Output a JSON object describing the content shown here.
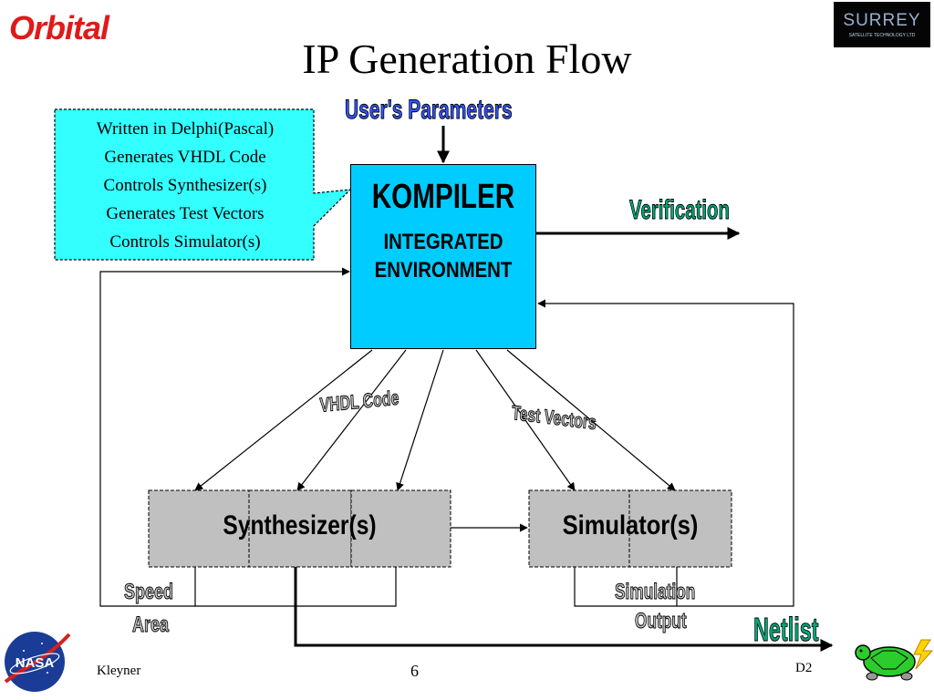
{
  "slide": {
    "title": "IP Generation Flow",
    "page_number": "6",
    "author": "Kleyner",
    "doc_code": "D2"
  },
  "logos": {
    "orbital": "Orbital",
    "surrey": "SURREY",
    "surrey_tagline": "SATELLITE TECHNOLOGY LTD",
    "nasa": "NASA"
  },
  "callout": {
    "lines": [
      "Written in Delphi(Pascal)",
      "Generates VHDL Code",
      "Controls Synthesizer(s)",
      "Generates Test Vectors",
      "Controls Simulator(s)"
    ]
  },
  "labels": {
    "users_parameters": "User's Parameters",
    "verification": "Verification",
    "vhdl_code": "VHDL Code",
    "test_vectors": "Test Vectors",
    "speed": "Speed",
    "area": "Area",
    "simulation": "Simulation",
    "output": "Output",
    "netlist": "Netlist"
  },
  "kompiler": {
    "title": "KOMPILER",
    "line1": "INTEGRATED",
    "line2": "ENVIRONMENT"
  },
  "synthesizer": {
    "label": "Synthesizer(s)"
  },
  "simulator": {
    "label": "Simulator(s)"
  },
  "colors": {
    "kompiler_fill": "#00ccff",
    "callout_fill": "#33ffff",
    "tool_box_fill": "#c0c0c0",
    "label_blue": "#3355ff",
    "label_green": "#00a878"
  }
}
